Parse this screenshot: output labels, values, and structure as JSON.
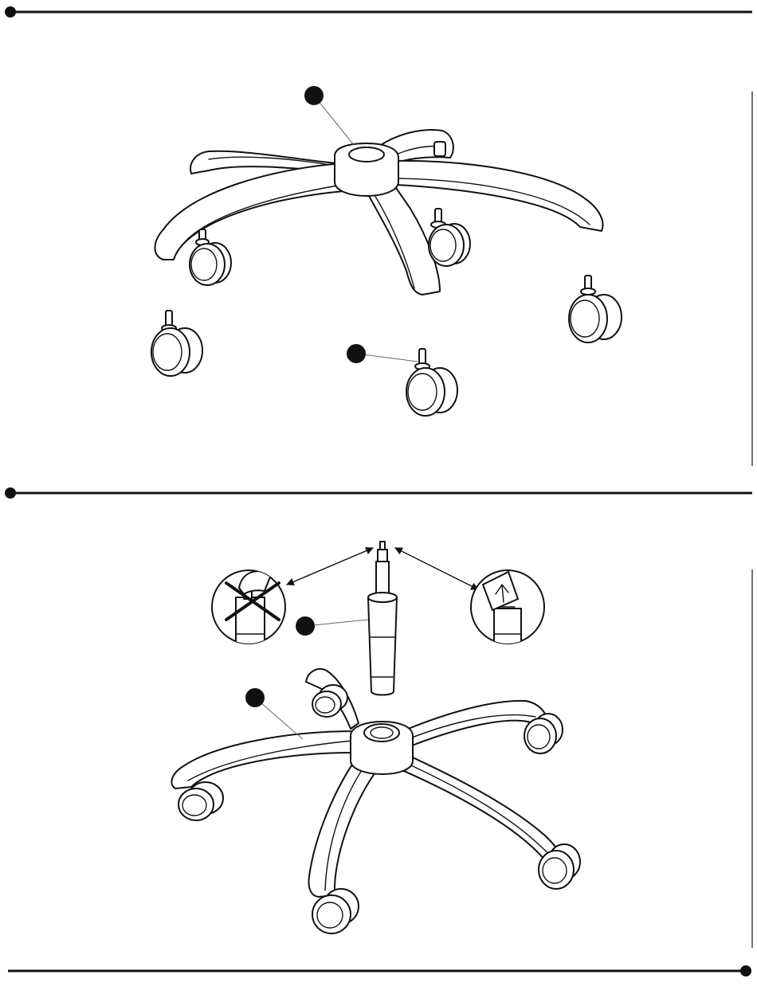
{
  "document": {
    "type": "assembly-instructions",
    "steps": [
      {
        "id": "step-1",
        "callouts": [
          {
            "label": "",
            "icon": "base-callout-marker"
          },
          {
            "label": "",
            "icon": "caster-callout-marker"
          }
        ],
        "parts": {
          "base": "five-star-base",
          "casters": 5
        }
      },
      {
        "id": "step-2",
        "callouts": [
          {
            "label": "",
            "icon": "gas-cylinder-callout-marker"
          },
          {
            "label": "",
            "icon": "base-callout-marker"
          }
        ],
        "details": [
          {
            "icon": "do-not-remove-cap-icon",
            "meaning": ""
          },
          {
            "icon": "remove-cap-icon",
            "meaning": ""
          }
        ]
      }
    ],
    "colors": {
      "ink": "#111111",
      "leader": "#666666",
      "paper": "#ffffff"
    }
  }
}
